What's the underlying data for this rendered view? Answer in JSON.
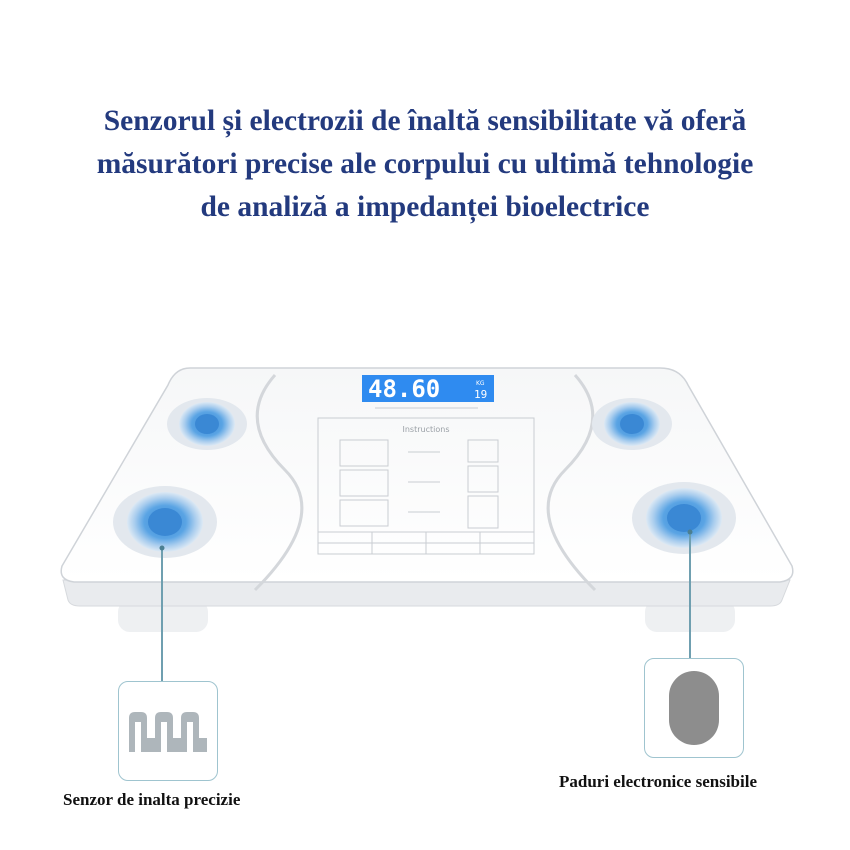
{
  "headline": {
    "line1": "Senzorul și electrozii de înaltă sensibilitate vă oferă",
    "line2": "măsurători precise ale corpului cu ultimă tehnologie",
    "line3": "de analiză a impedanței bioelectrice"
  },
  "display": {
    "reading": "48.60",
    "unit": "KG",
    "secondary": "19"
  },
  "instructions_title": "Instructions",
  "callouts": {
    "left_caption": "Senzor de inalta precizie",
    "right_caption": "Paduri electronice sensibile"
  },
  "colors": {
    "headline": "#233a7e",
    "electrode": "#3f8fd6",
    "lcd": "#2f8bf0",
    "callout_border": "#9fc4cf"
  },
  "icons": [
    "sensor-strip-icon",
    "electrode-pad-icon",
    "scale-device"
  ]
}
